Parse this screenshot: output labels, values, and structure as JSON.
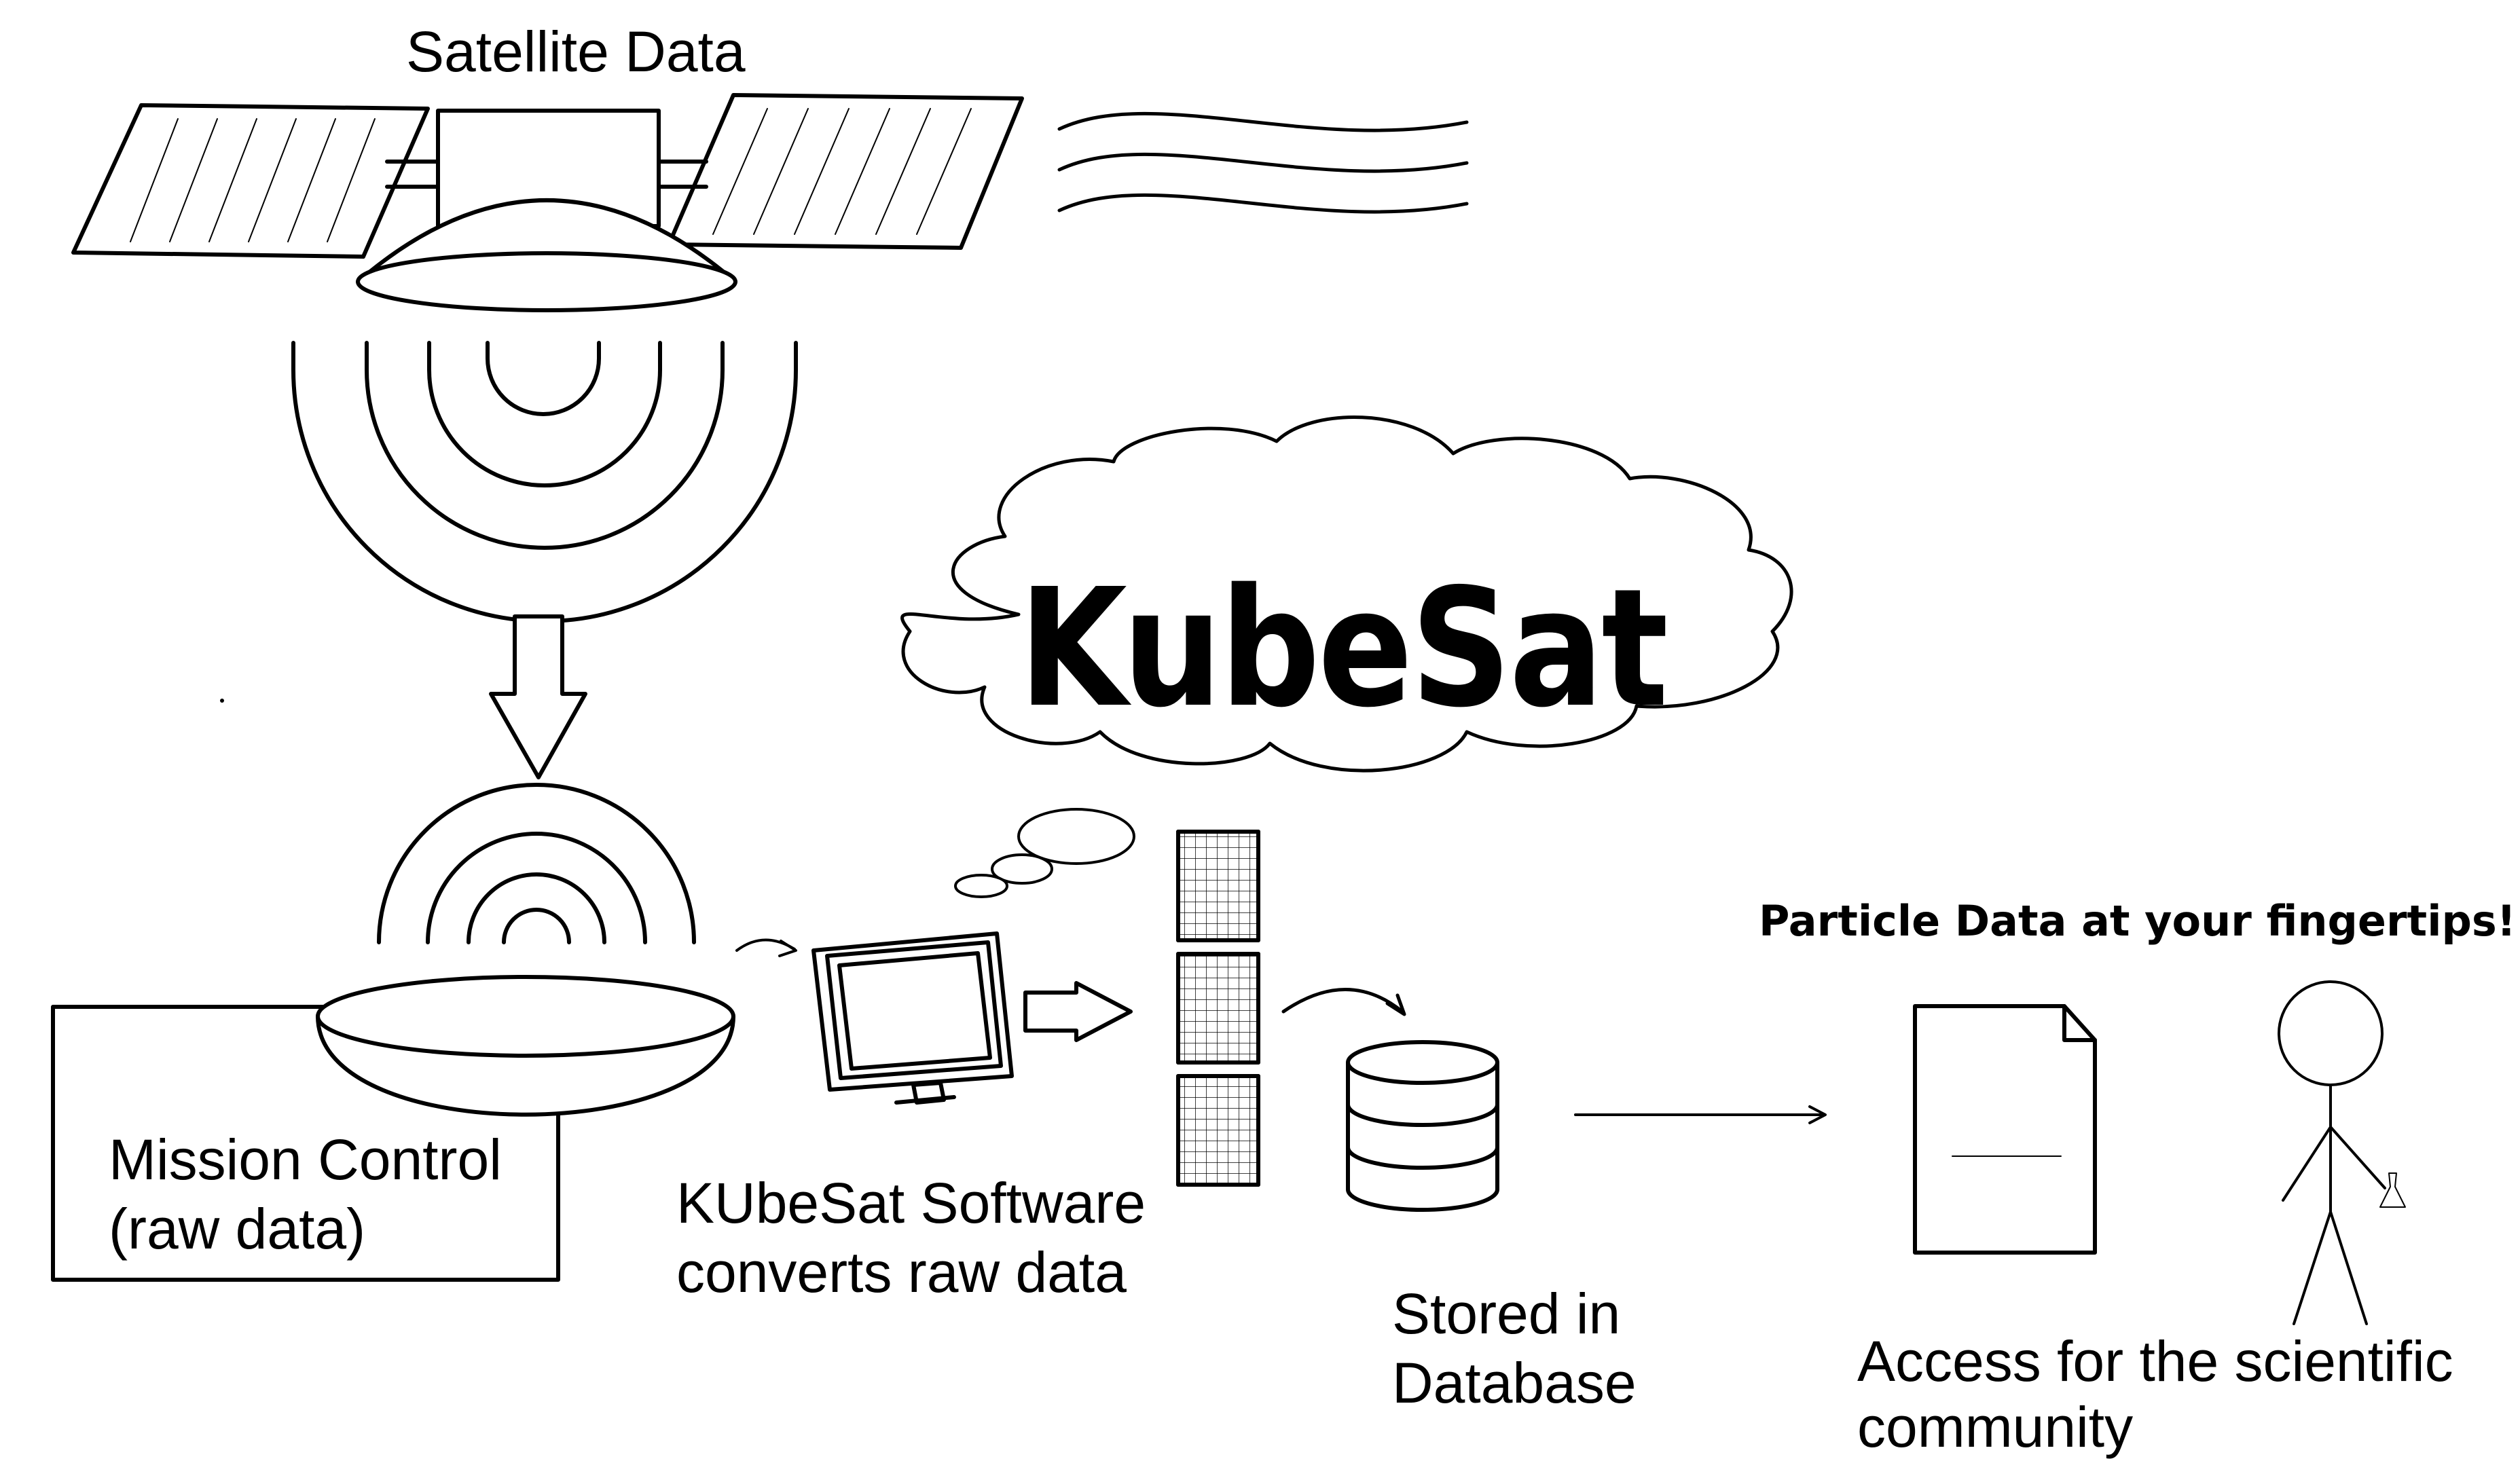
{
  "labels": {
    "satellite": "Satellite Data",
    "mission_line1": "Mission Control",
    "mission_line2": "(raw data)",
    "software_line1": "KUbeSat Software",
    "software_line2": "converts raw data",
    "stored_line1": "Stored in",
    "stored_line2": "Database",
    "tagline": "Particle Data at your fingertips!",
    "access_line1": "Access for the scientific",
    "access_line2": "community"
  },
  "logo": "KubeSat",
  "colors": {
    "ink": "#000000",
    "background": "#ffffff"
  }
}
